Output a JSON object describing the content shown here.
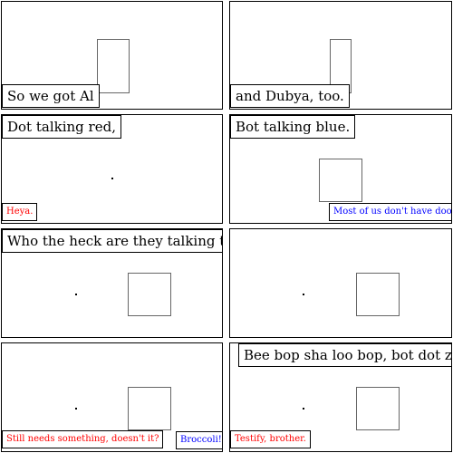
{
  "colors": {
    "red_speech": "#ff0000",
    "blue_speech": "#0000ff"
  },
  "panels": [
    {
      "caption": "So we got Al"
    },
    {
      "caption": "and Dubya, too."
    },
    {
      "caption": "Dot talking red,",
      "speech_red": "Heya."
    },
    {
      "caption": "Bot talking blue.",
      "speech_blue": "Most of us don't have doors."
    },
    {
      "caption": "Who the heck are they talking to?"
    },
    {},
    {
      "speech_red": "Still needs something, doesn't it?",
      "speech_blue": "Broccoli!"
    },
    {
      "caption": "Bee bop sha loo bop, bot dot zoo.",
      "speech_red": "Testify, brother."
    }
  ]
}
